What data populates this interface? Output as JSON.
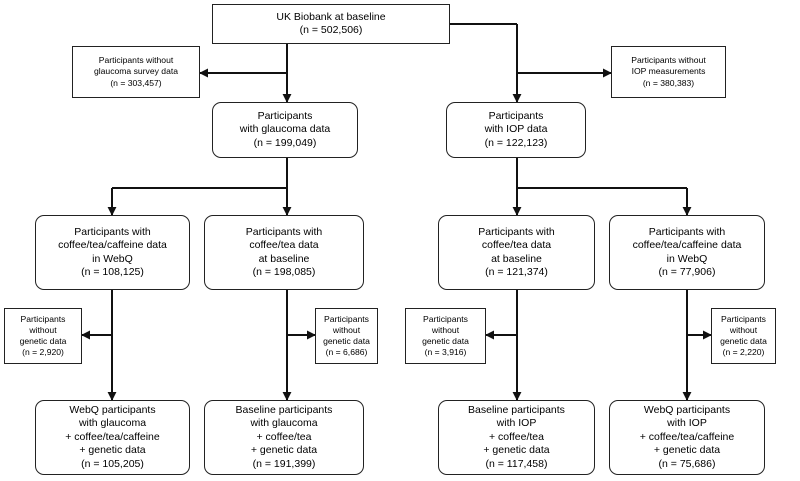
{
  "root": {
    "lines": [
      "UK Biobank at baseline",
      "(n = 502,506)"
    ]
  },
  "left": {
    "exclusion": {
      "lines": [
        "Participants without",
        "glaucoma survey data",
        "(n = 303,457)"
      ]
    },
    "mid": {
      "lines": [
        "Participants",
        "with glaucoma data",
        "(n = 199,049)"
      ]
    },
    "branch_a": {
      "box": {
        "lines": [
          "Participants with",
          "coffee/tea/caffeine data",
          "in WebQ",
          "(n = 108,125)"
        ]
      },
      "exclusion": {
        "lines": [
          "Participants",
          "without",
          "genetic data",
          "(n = 2,920)"
        ]
      },
      "final": {
        "lines": [
          "WebQ participants",
          "with glaucoma",
          "+ coffee/tea/caffeine",
          "+ genetic data",
          "(n = 105,205)"
        ]
      }
    },
    "branch_b": {
      "box": {
        "lines": [
          "Participants with",
          "coffee/tea data",
          "at baseline",
          "(n = 198,085)"
        ]
      },
      "exclusion": {
        "lines": [
          "Participants",
          "without",
          "genetic data",
          "(n = 6,686)"
        ]
      },
      "final": {
        "lines": [
          "Baseline participants",
          "with glaucoma",
          "+ coffee/tea",
          "+ genetic data",
          "(n = 191,399)"
        ]
      }
    }
  },
  "right": {
    "exclusion": {
      "lines": [
        "Participants without",
        "IOP measurements",
        "(n = 380,383)"
      ]
    },
    "mid": {
      "lines": [
        "Participants",
        "with IOP data",
        "(n = 122,123)"
      ]
    },
    "branch_a": {
      "box": {
        "lines": [
          "Participants with",
          "coffee/tea data",
          "at baseline",
          "(n = 121,374)"
        ]
      },
      "exclusion": {
        "lines": [
          "Participants",
          "without",
          "genetic data",
          "(n = 3,916)"
        ]
      },
      "final": {
        "lines": [
          "Baseline participants",
          "with IOP",
          "+ coffee/tea",
          "+ genetic data",
          "(n = 117,458)"
        ]
      }
    },
    "branch_b": {
      "box": {
        "lines": [
          "Participants with",
          "coffee/tea/caffeine data",
          "in WebQ",
          "(n = 77,906)"
        ]
      },
      "exclusion": {
        "lines": [
          "Participants",
          "without",
          "genetic data",
          "(n = 2,220)"
        ]
      },
      "final": {
        "lines": [
          "WebQ participants",
          "with IOP",
          "+ coffee/tea/caffeine",
          "+ genetic data",
          "(n = 75,686)"
        ]
      }
    }
  }
}
